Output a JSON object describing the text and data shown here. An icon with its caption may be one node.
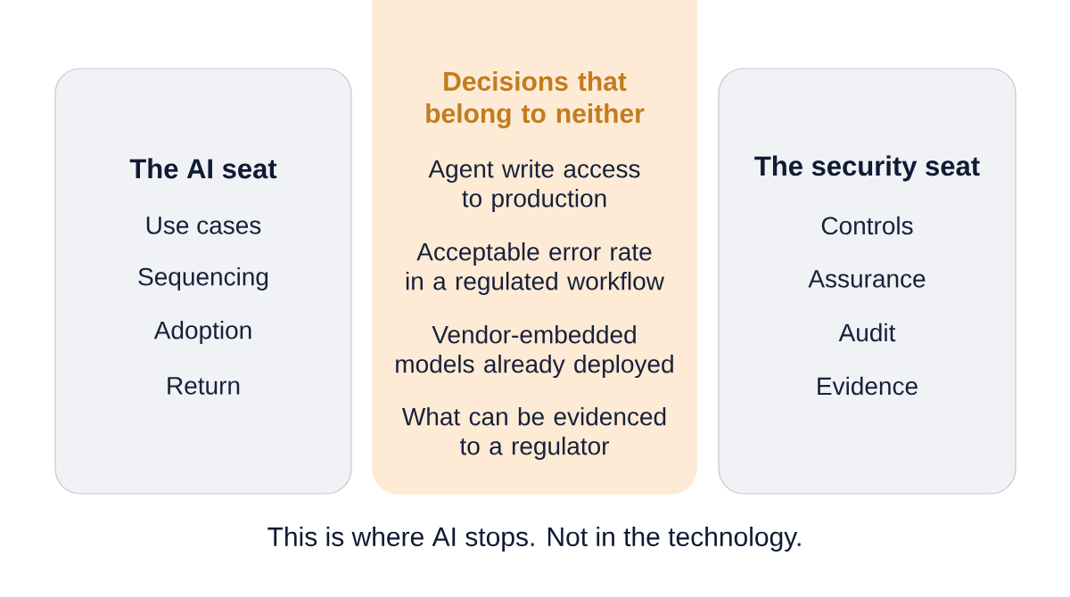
{
  "diagram": {
    "nodes": [
      {
        "text": [
          "The AI seat",
          "Use cases",
          "Sequencing",
          "Adoption",
          "Return"
        ]
      },
      {
        "text": [
          "Decisions that belong to neither",
          "Agent write access to production",
          "Acceptable error rate in a regulated workflow",
          "Vendor-embedded models already deployed",
          "What can be evidenced to a regulator"
        ]
      },
      {
        "text": [
          "The security seat",
          "Controls",
          "Assurance",
          "Audit",
          "Evidence"
        ]
      }
    ],
    "caption": "This is where AI stops. Not in the technology."
  }
}
